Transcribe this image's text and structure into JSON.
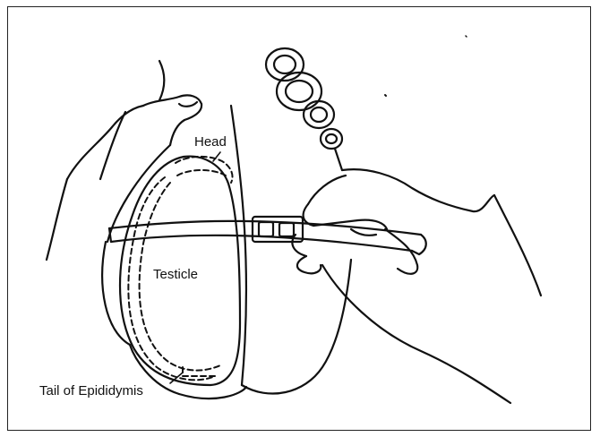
{
  "labels": {
    "head": "Head",
    "testicle": "Testicle",
    "tail": "Tail of Epididymis"
  }
}
